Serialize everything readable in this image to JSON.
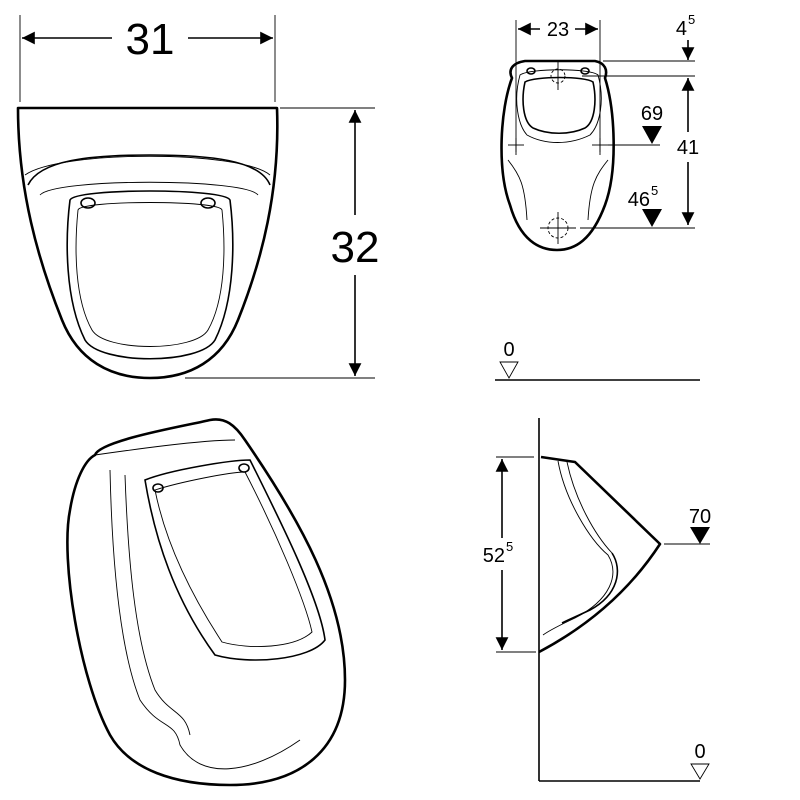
{
  "front_view": {
    "width_label": "31",
    "height_label": "32"
  },
  "top_view": {
    "width_label": "23",
    "top_offset": {
      "main": "4",
      "sup": "5"
    },
    "height_label": "41",
    "mark_69": "69",
    "mark_46": {
      "main": "46",
      "sup": "5"
    },
    "floor_level": "0"
  },
  "side_view": {
    "height_label": {
      "main": "52",
      "sup": "5"
    },
    "mark_70": "70",
    "floor_level": "0"
  }
}
